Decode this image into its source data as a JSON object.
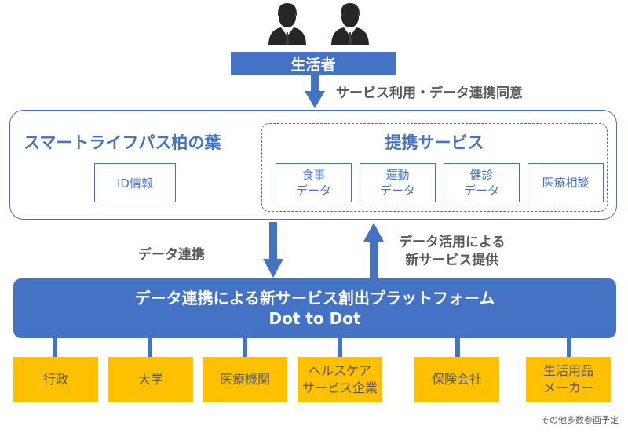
{
  "user": {
    "label": "生活者"
  },
  "consent_label": "サービス利用・データ連携同意",
  "app": {
    "title": "スマートライフパス柏の葉",
    "id_box": "ID情報",
    "services_title": "提携サービス",
    "services": [
      "食事\nデータ",
      "運動\nデータ",
      "健診\nデータ",
      "医療相談"
    ]
  },
  "flows": {
    "data_link": "データ連携",
    "new_service_line1": "データ活用による",
    "new_service_line2": "新サービス提供"
  },
  "platform": {
    "line1": "データ連携による新サービス創出プラットフォーム",
    "line2": "Dot to Dot"
  },
  "partners": [
    "行政",
    "大学",
    "医療機関",
    "ヘルスケア\nサービス企業",
    "保険会社",
    "生活用品\nメーカー"
  ],
  "footnote": "その他多数参画予定",
  "colors": {
    "accent": "#4472c4",
    "partner": "#ffc000",
    "text": "#595959"
  }
}
